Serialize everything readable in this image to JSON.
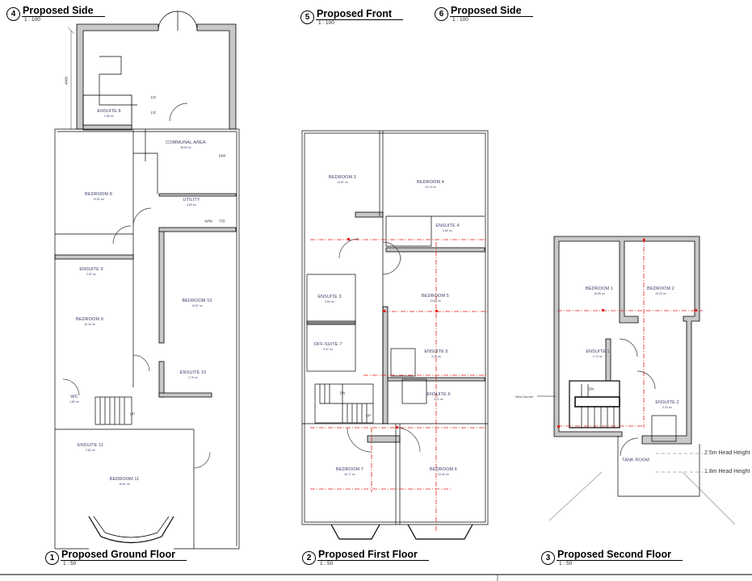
{
  "titles": [
    {
      "num": "4",
      "name": "Proposed  Side",
      "scale": "1 : 100"
    },
    {
      "num": "5",
      "name": "Proposed Front",
      "scale": "1 : 100"
    },
    {
      "num": "6",
      "name": "Proposed Side",
      "scale": "1 : 100"
    },
    {
      "num": "1",
      "name": "Proposed Ground Floor",
      "scale": "1 : 50"
    },
    {
      "num": "2",
      "name": "Proposed First Floor",
      "scale": "1 : 50"
    },
    {
      "num": "3",
      "name": "Proposed Second Floor",
      "scale": "1 : 50"
    }
  ],
  "ground_floor": {
    "rooms": [
      {
        "name": "ENSUITE 8",
        "area": "2.85 m²"
      },
      {
        "name": "COMMUNAL AREA",
        "area": "28.50 m²"
      },
      {
        "name": "BEDROOM 8",
        "area": "13.51 m²"
      },
      {
        "name": "UTILITY",
        "area": "4.83 m²"
      },
      {
        "name": "ENSUITE 9",
        "area": "2.87 m²"
      },
      {
        "name": "BEDROOM 10",
        "area": "13.87 m²"
      },
      {
        "name": "BEDROOM 9",
        "area": "10.10 m²"
      },
      {
        "name": "ENSUITE 10",
        "area": "2.76 m²"
      },
      {
        "name": "WC",
        "area": "1.80 m²"
      },
      {
        "name": "ENSUITE 11",
        "area": "2.81 m²"
      },
      {
        "name": "BEDROOM 11",
        "area": "16.61 m²"
      }
    ],
    "fixtures": [
      "F/F",
      "F/F",
      "D/W",
      "W/M",
      "T/D",
      "UP"
    ],
    "dimension": "4000"
  },
  "first_floor": {
    "rooms": [
      {
        "name": "BEDROOM 3",
        "area": "14.97 m²"
      },
      {
        "name": "BEDROOM 4",
        "area": "13.74 m²"
      },
      {
        "name": "ENSUITE 4",
        "area": "3.60 m²"
      },
      {
        "name": "ENSUITE 3",
        "area": "3.84 m²"
      },
      {
        "name": "BEDROOM 5",
        "area": "13.60 m²"
      },
      {
        "name": "OFF-SUITE 7",
        "area": "3.37 m²"
      },
      {
        "name": "ENSUITE 5",
        "area": "3.49 m²"
      },
      {
        "name": "ENSUITE 6",
        "area": "3.71 m²"
      },
      {
        "name": "BEDROOM 7",
        "area": "16.77 m²"
      },
      {
        "name": "BEDROOM 6",
        "area": "13.90 m²"
      }
    ],
    "fixtures": [
      "DN",
      "UP"
    ]
  },
  "second_floor": {
    "rooms": [
      {
        "name": "BEDROOM 1",
        "area": "10.65 m²"
      },
      {
        "name": "BEDROOM 2",
        "area": "13.22 m²"
      },
      {
        "name": "ENSUITE 1",
        "area": "2.74 m²"
      },
      {
        "name": "ENSUITE 2",
        "area": "3.23 m²"
      },
      {
        "name": "TANK ROOM",
        "area": ""
      }
    ],
    "fixtures": [
      "DN"
    ],
    "notes": [
      "New Dormer",
      "2.5m Head Height",
      "1.8m Head Height"
    ]
  }
}
